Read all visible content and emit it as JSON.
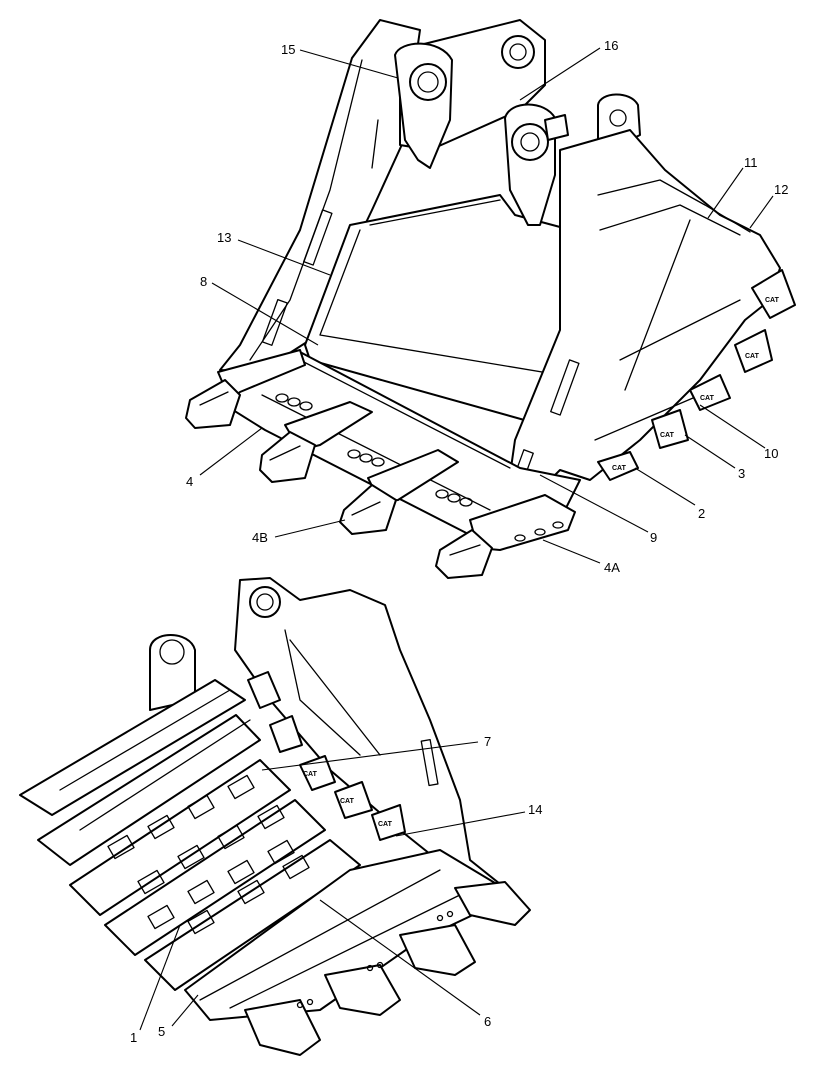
{
  "callouts": {
    "c1": "1",
    "c2": "2",
    "c3": "3",
    "c4": "4",
    "c4A": "4A",
    "c4B": "4B",
    "c5": "5",
    "c6": "6",
    "c7": "7",
    "c8": "8",
    "c9": "9",
    "c10": "10",
    "c11": "11",
    "c12": "12",
    "c13": "13",
    "c14": "14",
    "c15": "15",
    "c16": "16"
  },
  "brand_mark": "CAT"
}
